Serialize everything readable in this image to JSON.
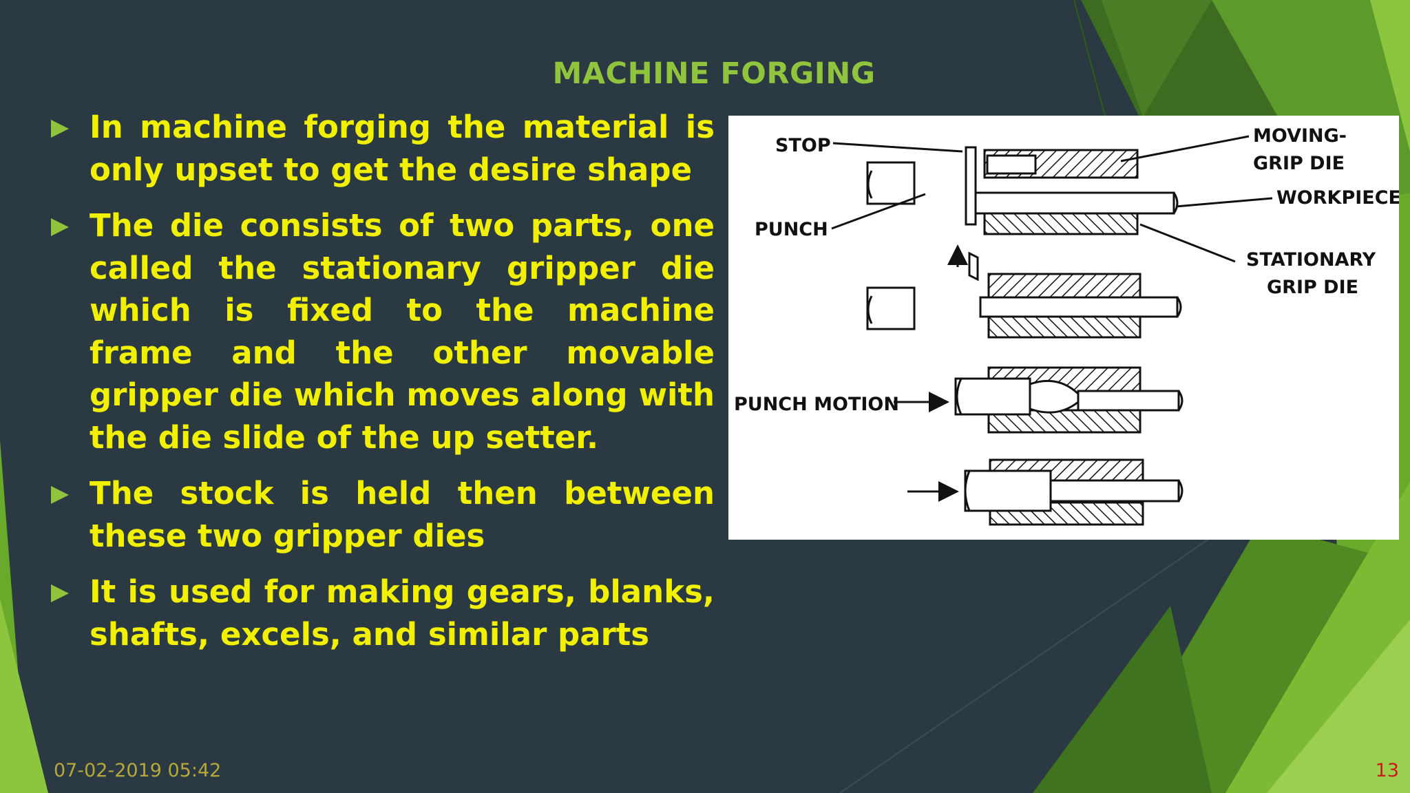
{
  "slide": {
    "title": "MACHINE FORGING",
    "bullets": [
      "In machine forging the material is only upset to get the desire shape",
      "The die consists of two parts, one called the stationary gripper die which is fixed to the machine frame and the other movable gripper die which moves along with the die slide of the up setter.",
      "The stock is held then between these two gripper dies",
      "It is used for making gears, blanks, shafts, excels, and similar parts"
    ],
    "bullet_icon": "triangle-right-icon",
    "date": "07-02-2019 05:42",
    "slide_number": "13"
  },
  "diagram": {
    "labels": {
      "stop": "STOP",
      "punch": "PUNCH",
      "moving_grip_die_1": "MOVING-",
      "moving_grip_die_2": "GRIP DIE",
      "workpiece": "WORKPIECE",
      "stationary_grip_die_1": "STATIONARY",
      "stationary_grip_die_2": "GRIP DIE",
      "punch_motion": "PUNCH MOTION"
    }
  },
  "colors": {
    "background": "#2b3a42",
    "title": "#8fc43c",
    "body_text": "#f0f000",
    "bullet": "#8fc43c",
    "date": "#b8a83a",
    "slide_number": "#cc1a1a",
    "accent_green": "#6aaa2a"
  }
}
